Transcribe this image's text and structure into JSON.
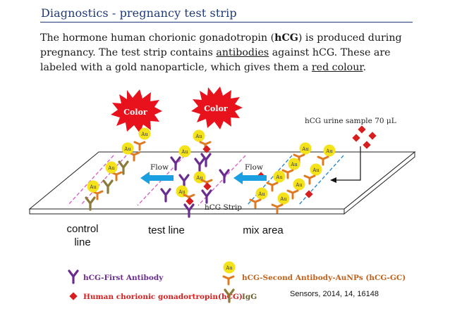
{
  "header": {
    "title": "Diagnostics - pregnancy test strip"
  },
  "intro": {
    "p1": "The hormone human chorionic gonadotropin (",
    "hcg": "hCG",
    "p2": ") is produced during pregnancy. The test strip contains ",
    "antibodies": "antibodies",
    "p3": " against hCG. These are labeled with a gold nanoparticle, which gives them a ",
    "red_colour": "red colour",
    "p4": "."
  },
  "diagram": {
    "color_burst_left": "Color",
    "color_burst_right": "Color",
    "sample_label": "hCG urine sample 70 μL",
    "flow_left": "Flow",
    "flow_right": "Flow",
    "strip_label": "hCG Strip",
    "au": "Au",
    "colors": {
      "burst": "#e8121c",
      "gold": "#f4e21a",
      "first_antibody": "#6a2d8f",
      "second_antibody": "#e07a20",
      "igg": "#8b7a3a",
      "hcg": "#d81e1e",
      "line_magenta": "#d65bc4",
      "line_blue": "#1f7fc8",
      "flow_arrow": "#1aa0e0"
    }
  },
  "zones": {
    "control": "control\nline",
    "test": "test line",
    "mix": "mix area"
  },
  "legend": {
    "first_antibody": "hCG-First Antibody",
    "second_antibody": "hCG-Second Antibody-AuNPs (hCG-GC)",
    "hcg": "Human chorionic gonadortropin(hCG)",
    "igg": "IgG"
  },
  "credit": "Sensors, 2014, 14, 16148"
}
